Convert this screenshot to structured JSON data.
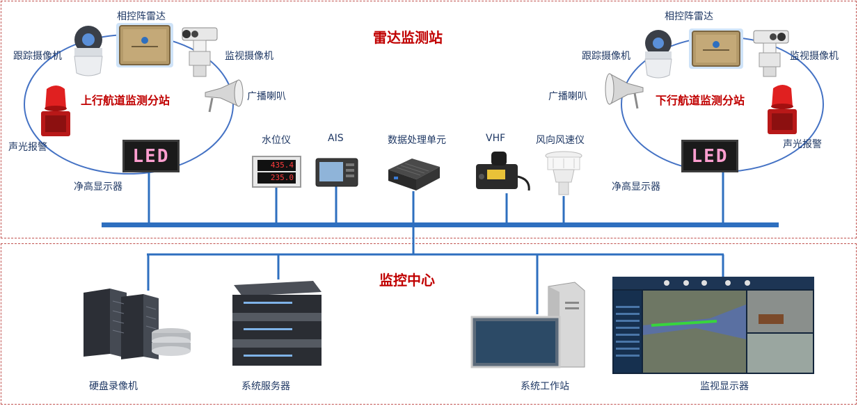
{
  "radar_station": {
    "title": "雷达监测站",
    "bus_color": "#2e6fbf",
    "upstream": {
      "title": "上行航道监测分站",
      "phased_radar": "相控阵雷达",
      "tracking_camera": "跟踪摄像机",
      "monitor_camera": "监视摄像机",
      "loudspeaker": "广播喇叭",
      "alarm": "声光报警",
      "clearance_display": "净高显示器",
      "led_text": "LED"
    },
    "downstream": {
      "title": "下行航道监测分站",
      "phased_radar": "相控阵雷达",
      "tracking_camera": "跟踪摄像机",
      "monitor_camera": "监视摄像机",
      "loudspeaker": "广播喇叭",
      "alarm": "声光报警",
      "clearance_display": "净高显示器",
      "led_text": "LED"
    },
    "shared_devices": {
      "water_level": "水位仪",
      "water_level_readings": [
        "435.4",
        "235.0"
      ],
      "ais": "AIS",
      "data_unit": "数据处理单元",
      "vhf": "VHF",
      "anemometer": "风向风速仪"
    }
  },
  "monitoring_center": {
    "title": "监控中心",
    "dvr": "硬盘录像机",
    "server": "系统服务器",
    "workstation": "系统工作站",
    "monitor_display": "监视显示器"
  },
  "colors": {
    "title_red": "#c00000",
    "label_navy": "#1f3864",
    "border": "#c0504d",
    "led_pink": "#ff9fd0"
  }
}
